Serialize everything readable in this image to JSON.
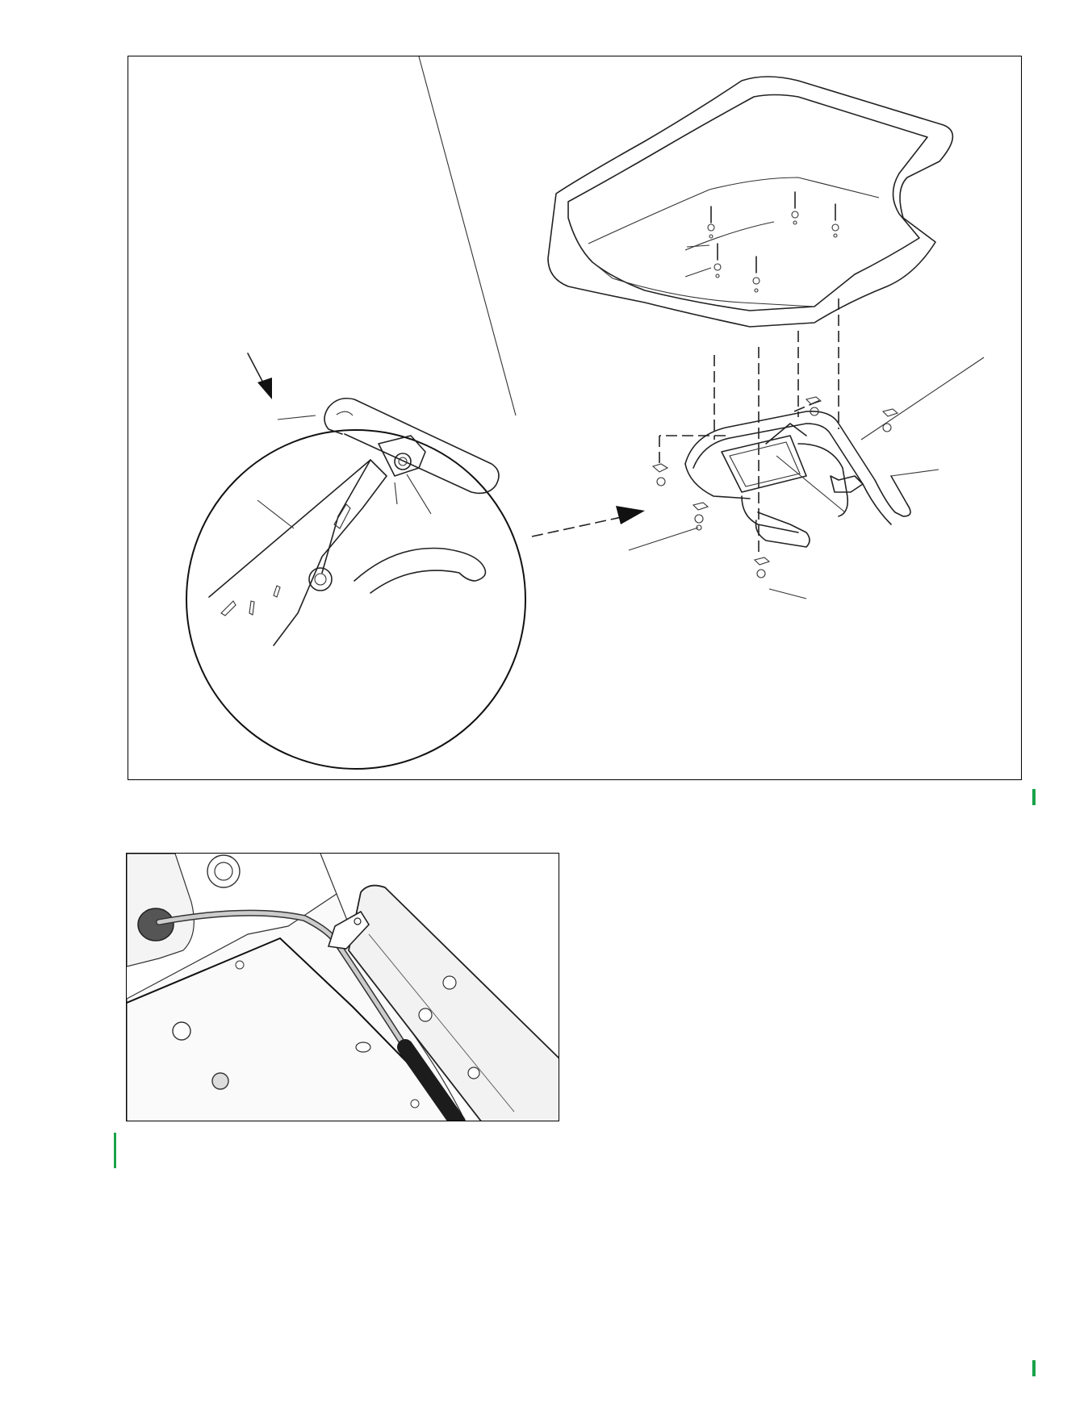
{
  "page": {
    "background": "#ffffff"
  },
  "figures": [
    {
      "id": "seat-pan-and-frame-exploded-view",
      "callout_labels": []
    },
    {
      "id": "wire-harness-clip-photo",
      "callout_labels": []
    }
  ],
  "change_bars": {
    "color": "#1aa34a",
    "count": 3
  },
  "icons": {
    "arrow": "solid-arrowhead",
    "detail_arrow": "dashed-arrow-to-detail"
  }
}
